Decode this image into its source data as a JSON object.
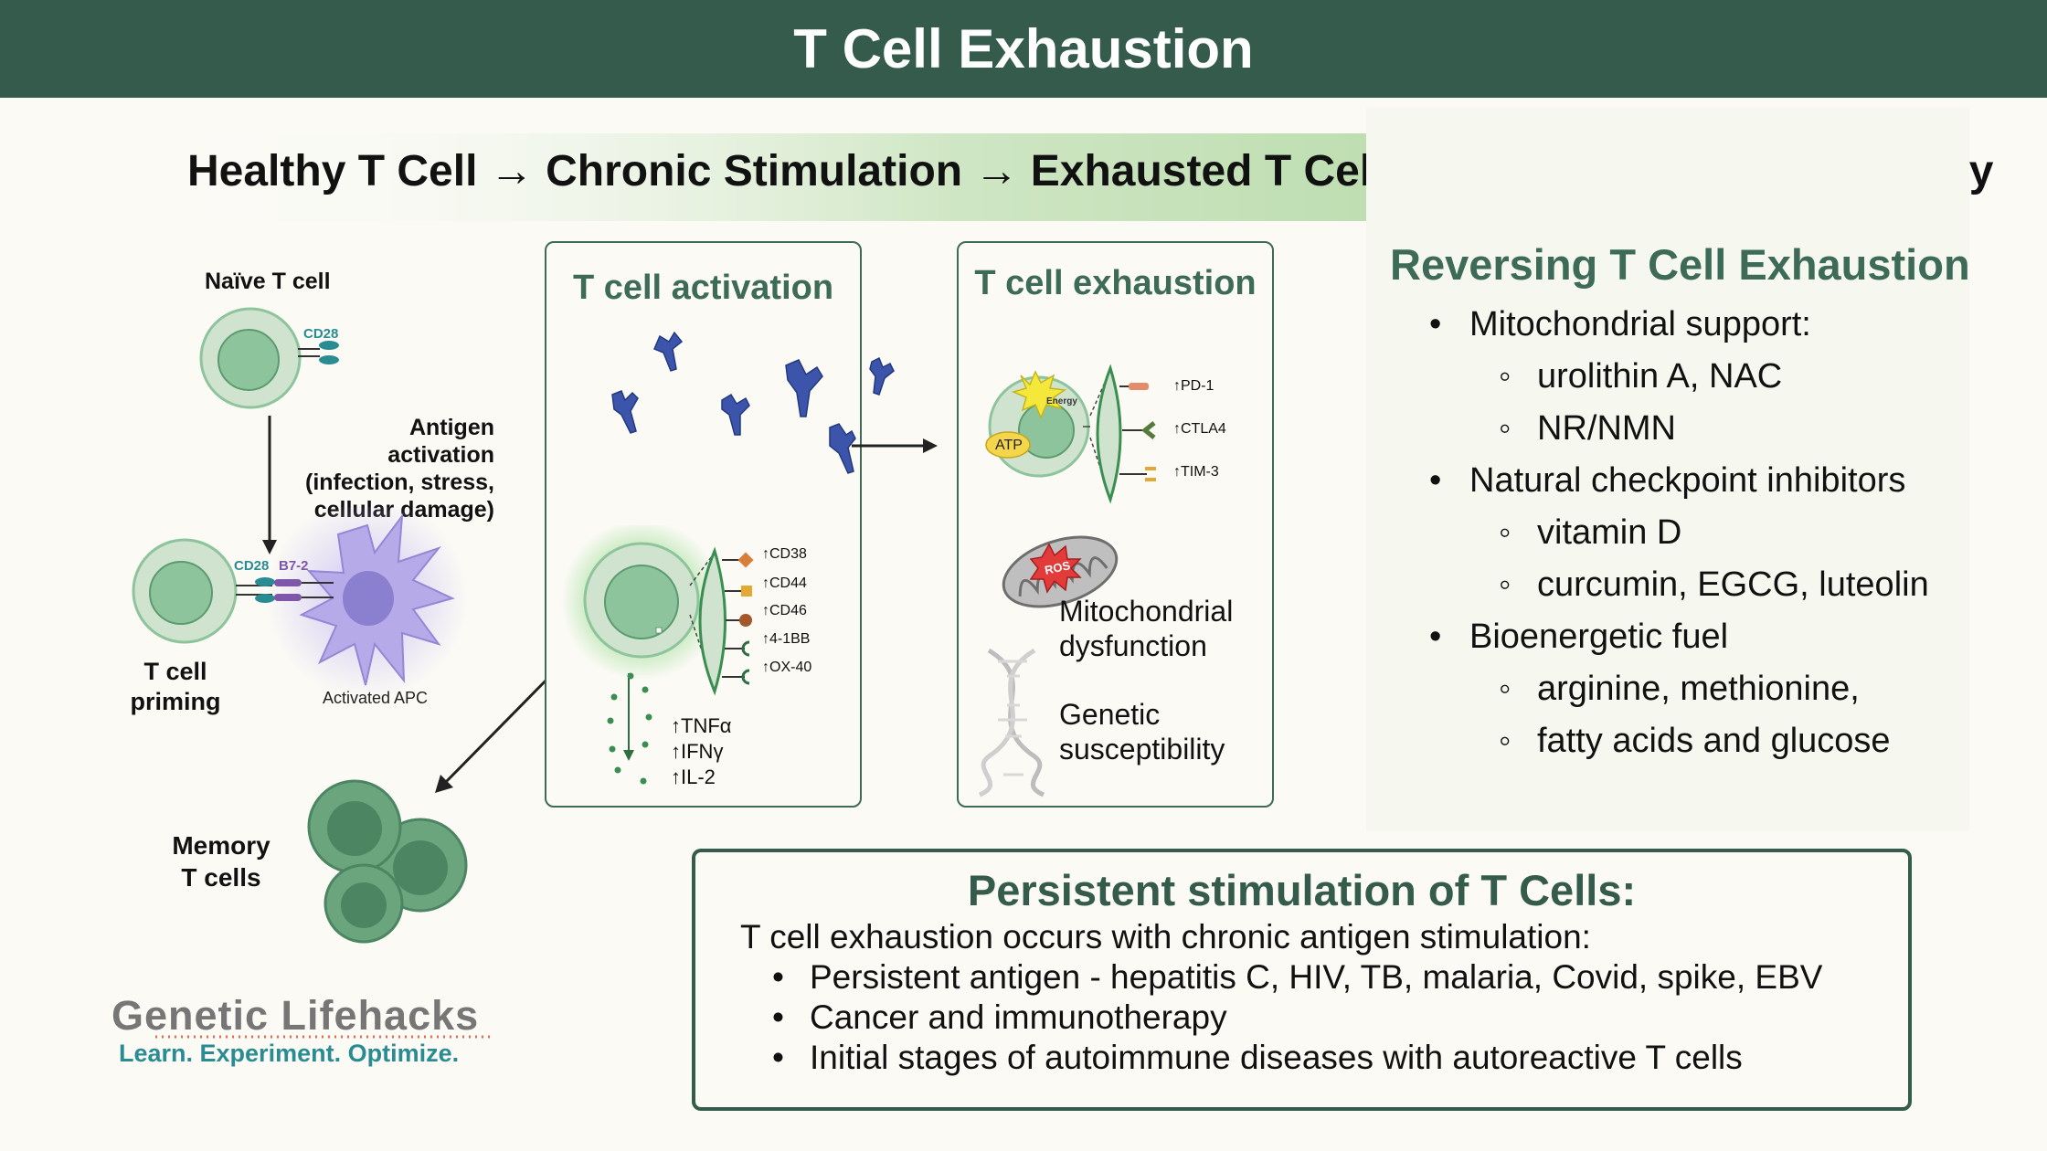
{
  "header": {
    "title": "T Cell Exhaustion"
  },
  "flow": {
    "text": "Healthy T Cell → Chronic Stimulation → Exhausted T Cell → Interventions → Recovery"
  },
  "left": {
    "naive_label": "Naïve T cell",
    "cd28_top": "CD28",
    "antigen_activation": [
      "Antigen activation",
      "(infection, stress,",
      "cellular damage)"
    ],
    "cd28": "CD28",
    "b72": "B7-2",
    "priming": [
      "T cell",
      "priming"
    ],
    "apc_label": "Activated APC",
    "memory": [
      "Memory",
      "T cells"
    ]
  },
  "activation": {
    "title": "T cell activation",
    "markers": [
      "↑CD38",
      "↑CD44",
      "↑CD46",
      "↑4-1BB",
      "↑OX-40"
    ],
    "cytokines": [
      "↑TNFα",
      "↑IFNγ",
      "↑IL-2"
    ]
  },
  "exhaustion": {
    "title": "T cell exhaustion",
    "energy": "Energy",
    "atp": "ATP",
    "checkpoints": [
      "↑PD-1",
      "↑CTLA4",
      "↑TIM-3"
    ],
    "ros": "ROS",
    "mito": [
      "Mitochondrial",
      "dysfunction"
    ],
    "genetic": [
      "Genetic",
      "susceptibility"
    ]
  },
  "reversing": {
    "title": "Reversing T Cell Exhaustion",
    "items": [
      {
        "label": "Mitochondrial support:",
        "subs": [
          "urolithin A, NAC",
          "NR/NMN"
        ]
      },
      {
        "label": "Natural checkpoint inhibitors",
        "subs": [
          "vitamin D",
          "curcumin, EGCG, luteolin"
        ]
      },
      {
        "label": "Bioenergetic fuel",
        "subs": [
          "arginine, methionine,",
          "fatty acids and glucose"
        ]
      }
    ]
  },
  "persistent": {
    "title": "Persistent stimulation of T Cells:",
    "intro": "T cell exhaustion occurs with chronic antigen stimulation:",
    "bullets": [
      "Persistent antigen - hepatitis C, HIV, TB, malaria, Covid, spike, EBV",
      "Cancer and immunotherapy",
      "Initial stages of autoimmune diseases with autoreactive T cells"
    ]
  },
  "logo": {
    "title": "Genetic Lifehacks",
    "tagline": "Learn. Experiment. Optimize."
  },
  "colors": {
    "header": "#345b4b",
    "accent_green": "#3d6b58",
    "cell_light": "#cfe3cf",
    "cell_dark": "#8dc49c",
    "apc": "#a79ae0",
    "antigen": "#3c55ab",
    "logo_teal": "#2a8c93"
  }
}
